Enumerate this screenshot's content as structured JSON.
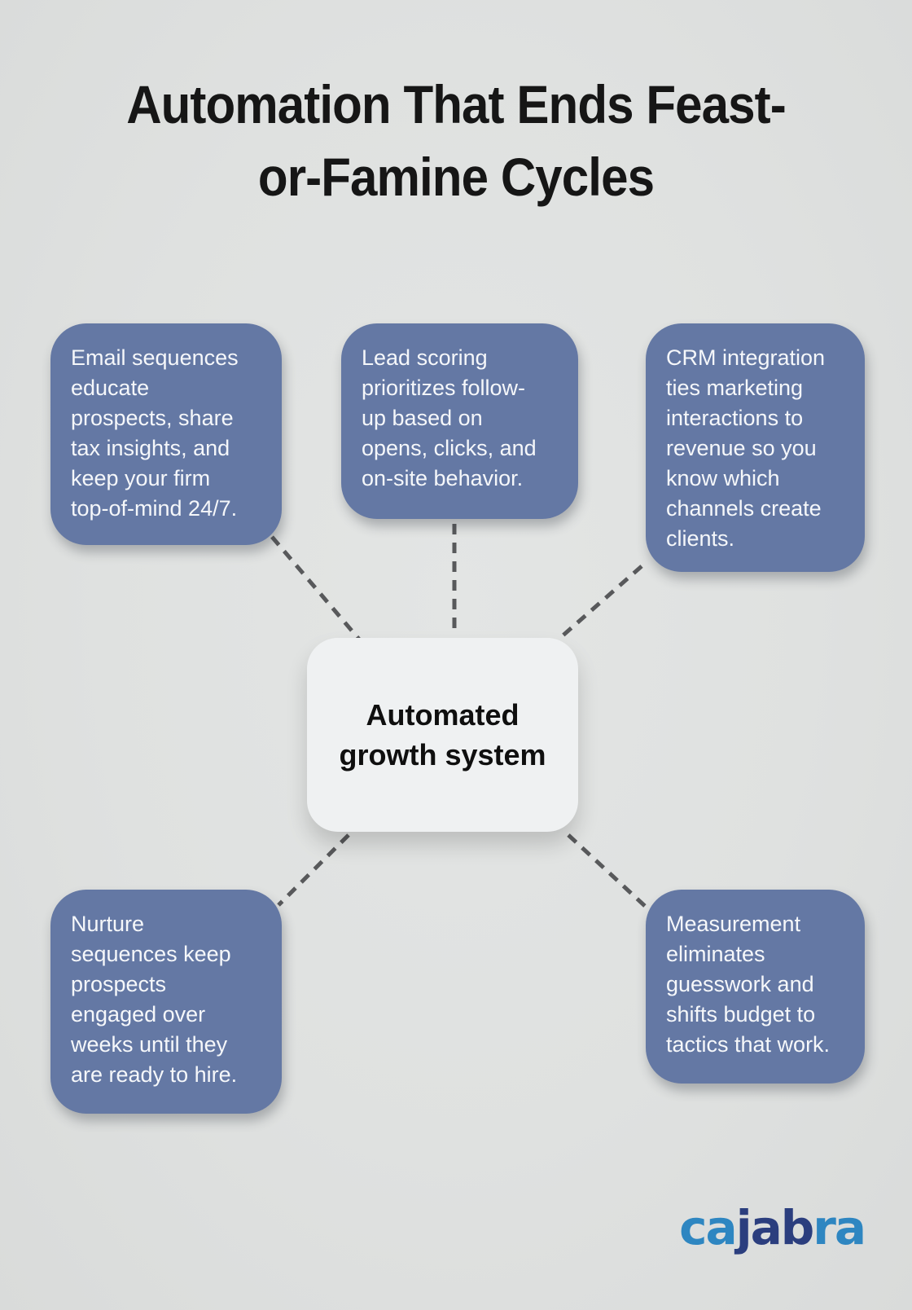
{
  "title": "Automation That Ends Feast-\nor-Famine Cycles",
  "center_node": {
    "label": "Automated\ngrowth system"
  },
  "nodes": {
    "email": {
      "text": "Email sequences\neducate\nprospects, share\ntax insights, and\nkeep your firm\ntop-of-mind 24/7."
    },
    "lead": {
      "text": "Lead scoring\nprioritizes follow-\nup based on\nopens, clicks, and\non-site behavior."
    },
    "crm": {
      "text": "CRM integration\nties marketing\ninteractions to\nrevenue so you\nknow which\nchannels create\nclients."
    },
    "nurture": {
      "text": "Nurture\nsequences keep\nprospects\nengaged over\nweeks until they\nare ready to hire."
    },
    "measurement": {
      "text": "Measurement\neliminates\nguesswork and\nshifts budget to\ntactics that work."
    }
  },
  "logo": {
    "name": "cajabra",
    "segments": [
      {
        "text": "ca",
        "color": "#2e86c1"
      },
      {
        "text": "jab",
        "color": "#2b3e7e"
      },
      {
        "text": "ra",
        "color": "#2e86c1"
      }
    ]
  },
  "colors": {
    "background": "#dfe1e0",
    "node_fill": "#6478a4",
    "node_text": "#f5f7fa",
    "center_fill": "#eff1f2",
    "center_text": "#0f0f0f",
    "connector": "#58595b",
    "title_text": "#161616"
  }
}
